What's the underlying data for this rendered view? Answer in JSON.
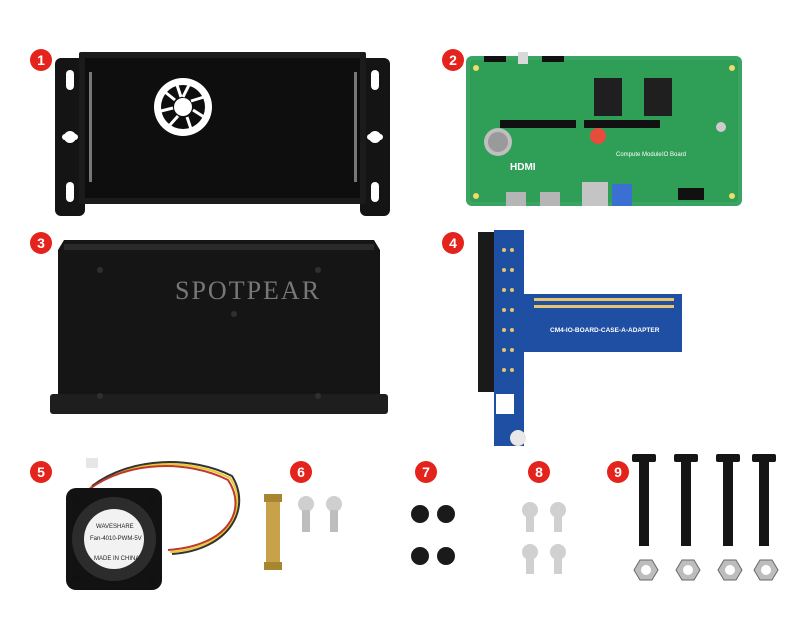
{
  "badges": [
    "1",
    "2",
    "3",
    "4",
    "5",
    "6",
    "7",
    "8",
    "9"
  ],
  "watermark": "SPOTPEAR",
  "adapter": {
    "label": "CM4-IO-BOARD-CASE-A-ADAPTER",
    "brand": "waveshare"
  },
  "board": {
    "hdmi_text": "HDMI",
    "cm_text": "Compute Module",
    "io_text": "IO Board"
  },
  "fan": {
    "brand": "WAVESHARE",
    "model": "Fan-4010-PWM-5V",
    "origin": "MADE IN CHINA"
  },
  "colors": {
    "badge": "#e3231c",
    "case": "#161616",
    "board": "#2f9e57",
    "adapter": "#1f4fa3",
    "brass": "#c7a24a"
  }
}
